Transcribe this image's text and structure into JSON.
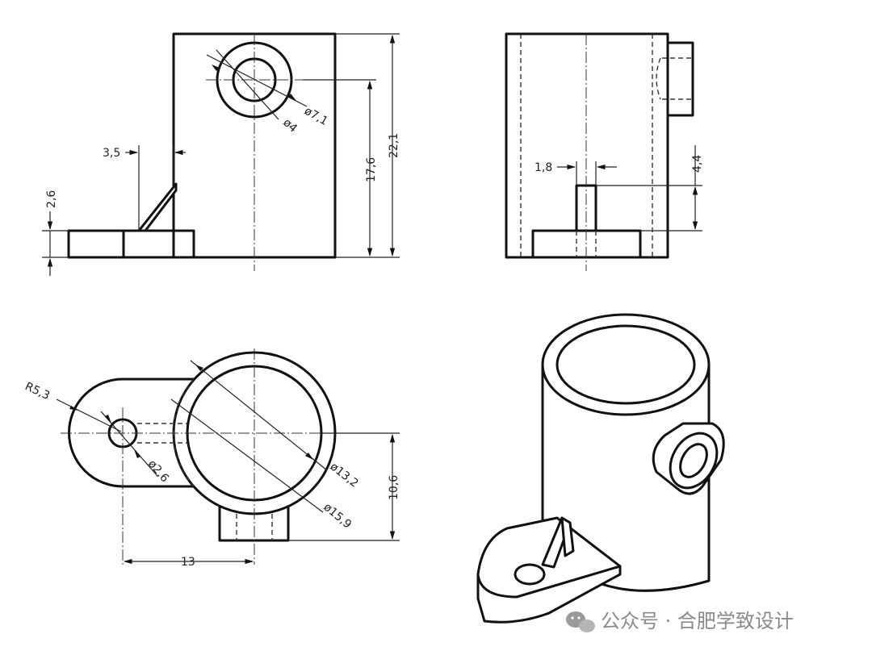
{
  "dimensions": {
    "d_7_1": "ø7,1",
    "d_4": "ø4",
    "h_22_1": "22,1",
    "h_17_6": "17,6",
    "w_3_5": "3,5",
    "h_2_6": "2,6",
    "w_1_8": "1,8",
    "h_4_4": "4,4",
    "r_5_3": "R5,3",
    "d_2_6": "ø2,6",
    "d_13_2": "ø13,2",
    "d_15_9": "ø15,9",
    "h_10_6": "10,6",
    "w_13": "13"
  },
  "watermark": {
    "text": "公众号 · 合肥学致设计",
    "icon": "wechat-icon"
  }
}
